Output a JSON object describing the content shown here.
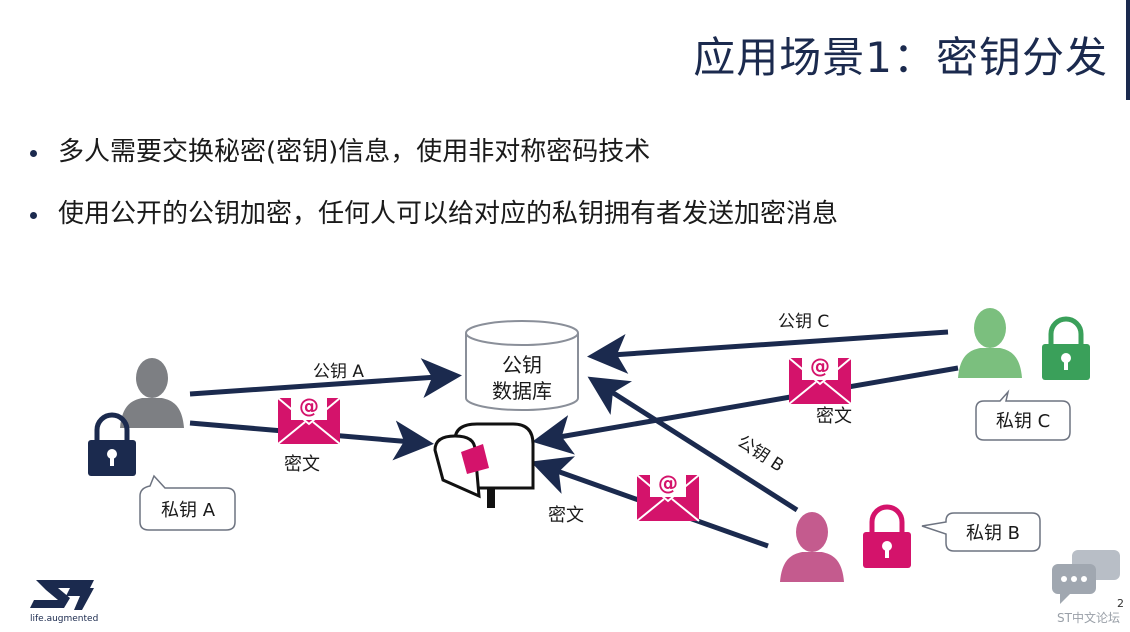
{
  "title": "应用场景1：密钥分发",
  "bullets": [
    "多人需要交换秘密(密钥)信息，使用非对称密码技术",
    "使用公开的公钥加密，任何人可以给对应的私钥拥有者发送加密消息"
  ],
  "diagram": {
    "database_label_line1": "公钥",
    "database_label_line2": "数据库",
    "arrow_pubkey_a": "公钥 A",
    "arrow_pubkey_b": "公钥 B",
    "arrow_pubkey_c": "公钥 C",
    "cipher_a": "密文",
    "cipher_b": "密文",
    "cipher_c": "密文",
    "privkey_a": "私钥 A",
    "privkey_b": "私钥 B",
    "privkey_c": "私钥 C",
    "envelope_symbol": "@"
  },
  "colors": {
    "accent_navy": "#1b2a4e",
    "envelope_pink": "#d4136b",
    "lock_pink": "#d4136b",
    "lock_green": "#3aa05a",
    "lock_dark": "#1b2a4e"
  },
  "footer": {
    "page_number": "2",
    "forum_label": "ST中文论坛",
    "logo_tagline": "life.augmented"
  }
}
